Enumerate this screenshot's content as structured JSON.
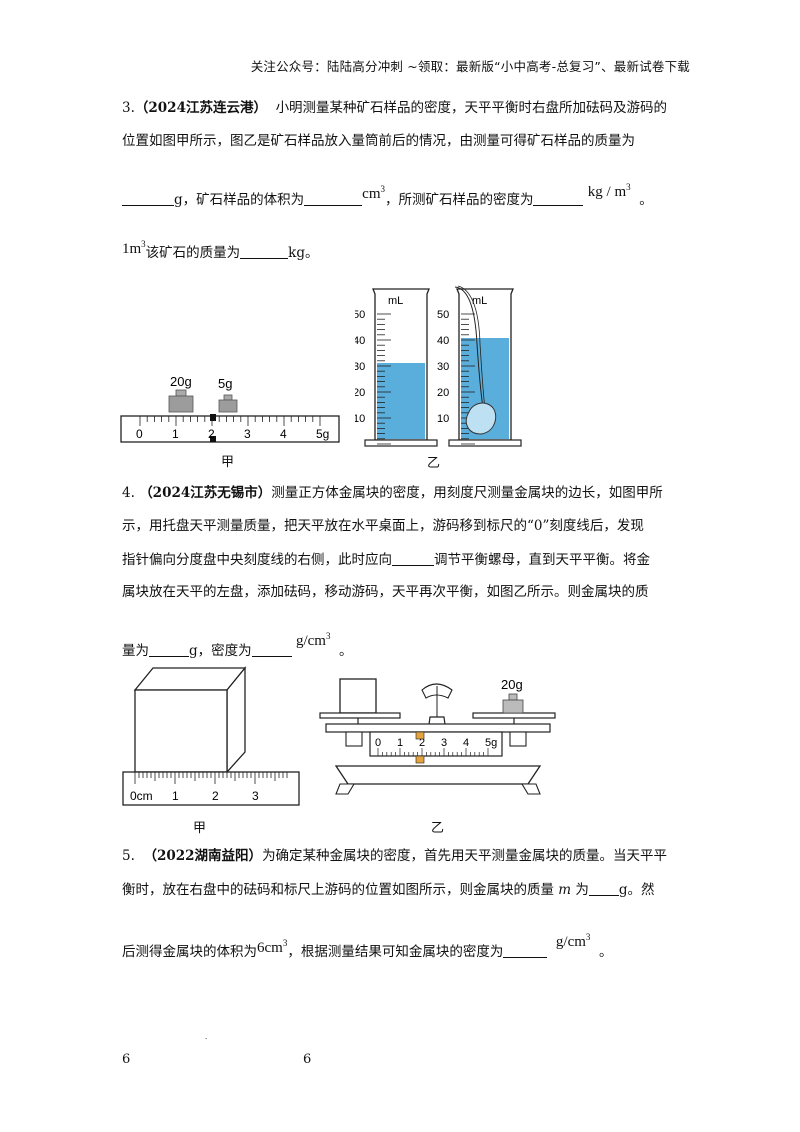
{
  "header": "关注公众号：陆陆高分冲刺 ~领取：最新版“小中高考-总复习”、最新试卷下载",
  "q3": {
    "num": "3.",
    "source": "（2024江苏连云港）",
    "line1": "小明测量某种矿石样品的密度，天平平衡时右盘所加砝码及游码的",
    "line2": "位置如图甲所示，图乙是矿石样品放入量筒前后的情况，由测量可得矿石样品的质量为",
    "line3_a": "g，矿石样品的体积为",
    "unit_cm": "cm",
    "line3_b": "，所测矿石样品的密度为",
    "unit_kg": "kg / m",
    "line3_end": "。",
    "line4_unit": "1m",
    "line4_text": "该矿石的质量为",
    "line4_end": "kg。",
    "fig_jia": "甲",
    "fig_yi": "乙",
    "weight_20": "20g",
    "weight_5": "5g",
    "rider_ticks": [
      "0",
      "1",
      "2",
      "3",
      "4",
      "5g"
    ],
    "cyl_unit": "mL",
    "cyl_ticks": [
      "50",
      "40",
      "30",
      "20",
      "10"
    ]
  },
  "q4": {
    "num": "4.",
    "source": "（2024江苏无锡市）",
    "line1": "测量正方体金属块的密度，用刻度尺测量金属块的边长，如图甲所",
    "line2": "示，用托盘天平测量质量，把天平放在水平桌面上，游码移到标尺的“0”刻度线后，发现",
    "line3_a": "指针偏向分度盘中央刻度线的右侧，此时应向",
    "line3_b": "调节平衡螺母，直到天平平衡。将金",
    "line4": "属块放在天平的左盘，添加砝码，移动游码，天平再次平衡，如图乙所示。则金属块的质",
    "line5_a": "量为",
    "line5_b": "g，密度为",
    "unit_g": "g/cm",
    "line5_end": "。",
    "fig_jia": "甲",
    "fig_yi": "乙",
    "ruler_ticks": [
      "0cm",
      "1",
      "2",
      "3"
    ],
    "weight_20": "20g",
    "rider_ticks": [
      "0",
      "1",
      "2",
      "3",
      "4",
      "5g"
    ]
  },
  "q5": {
    "num": "5.",
    "source": "（2022湖南益阳）",
    "line1_a": "为确定某种金属块的密度，首先用天平测量金属块的质量。当天平平",
    "line2_a": "衡时，放在右盘中的砝码和标尺上游码的位置如图所示，则金属块的质量",
    "line2_m": "m",
    "line2_b": "为",
    "line2_c": "g。然",
    "line3_a": "后测得金属块的体积为",
    "unit_6cm": "6cm",
    "line3_b": "，根据测量结果可知金属块的密度为",
    "unit_g": "g/cm",
    "line3_end": "。"
  },
  "footer": {
    "left": "6",
    "center": "6",
    "dot": "."
  },
  "sup3": "3"
}
